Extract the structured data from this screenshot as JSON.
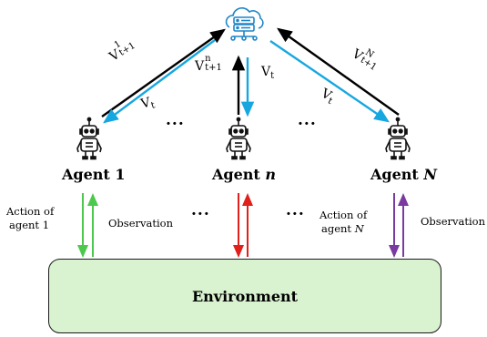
{
  "colors": {
    "blue": "#17a7e0",
    "black": "#000000",
    "green": "#4cc94c",
    "red": "#e0201a",
    "purple": "#7a3aa0",
    "env_fill": "#d9f2d0"
  },
  "server": {
    "icon": "cloud-server-icon"
  },
  "agents": [
    {
      "prefix": "Agent ",
      "index": "1",
      "italic": false,
      "icon": "robot-icon"
    },
    {
      "prefix": "Agent ",
      "index": "n",
      "italic": true,
      "icon": "robot-icon"
    },
    {
      "prefix": "Agent ",
      "index": "N",
      "italic": true,
      "icon": "robot-icon"
    }
  ],
  "up_labels": {
    "agent1": {
      "base": "V",
      "sup": "1",
      "sub": "t+1"
    },
    "agentn": {
      "base": "V",
      "sup": "n",
      "sub": "t+1"
    },
    "agentN": {
      "base": "V",
      "sup": "N",
      "sub": "t+1"
    }
  },
  "down_label": {
    "base": "V",
    "sub": "t"
  },
  "dots": "...",
  "bottom_dots": "...",
  "action1": [
    "Action of",
    "agent 1"
  ],
  "actionN_line1": "Action of",
  "actionN_prefix": "agent ",
  "actionN_index": "N",
  "observation": "Observation",
  "environment": "Environment"
}
